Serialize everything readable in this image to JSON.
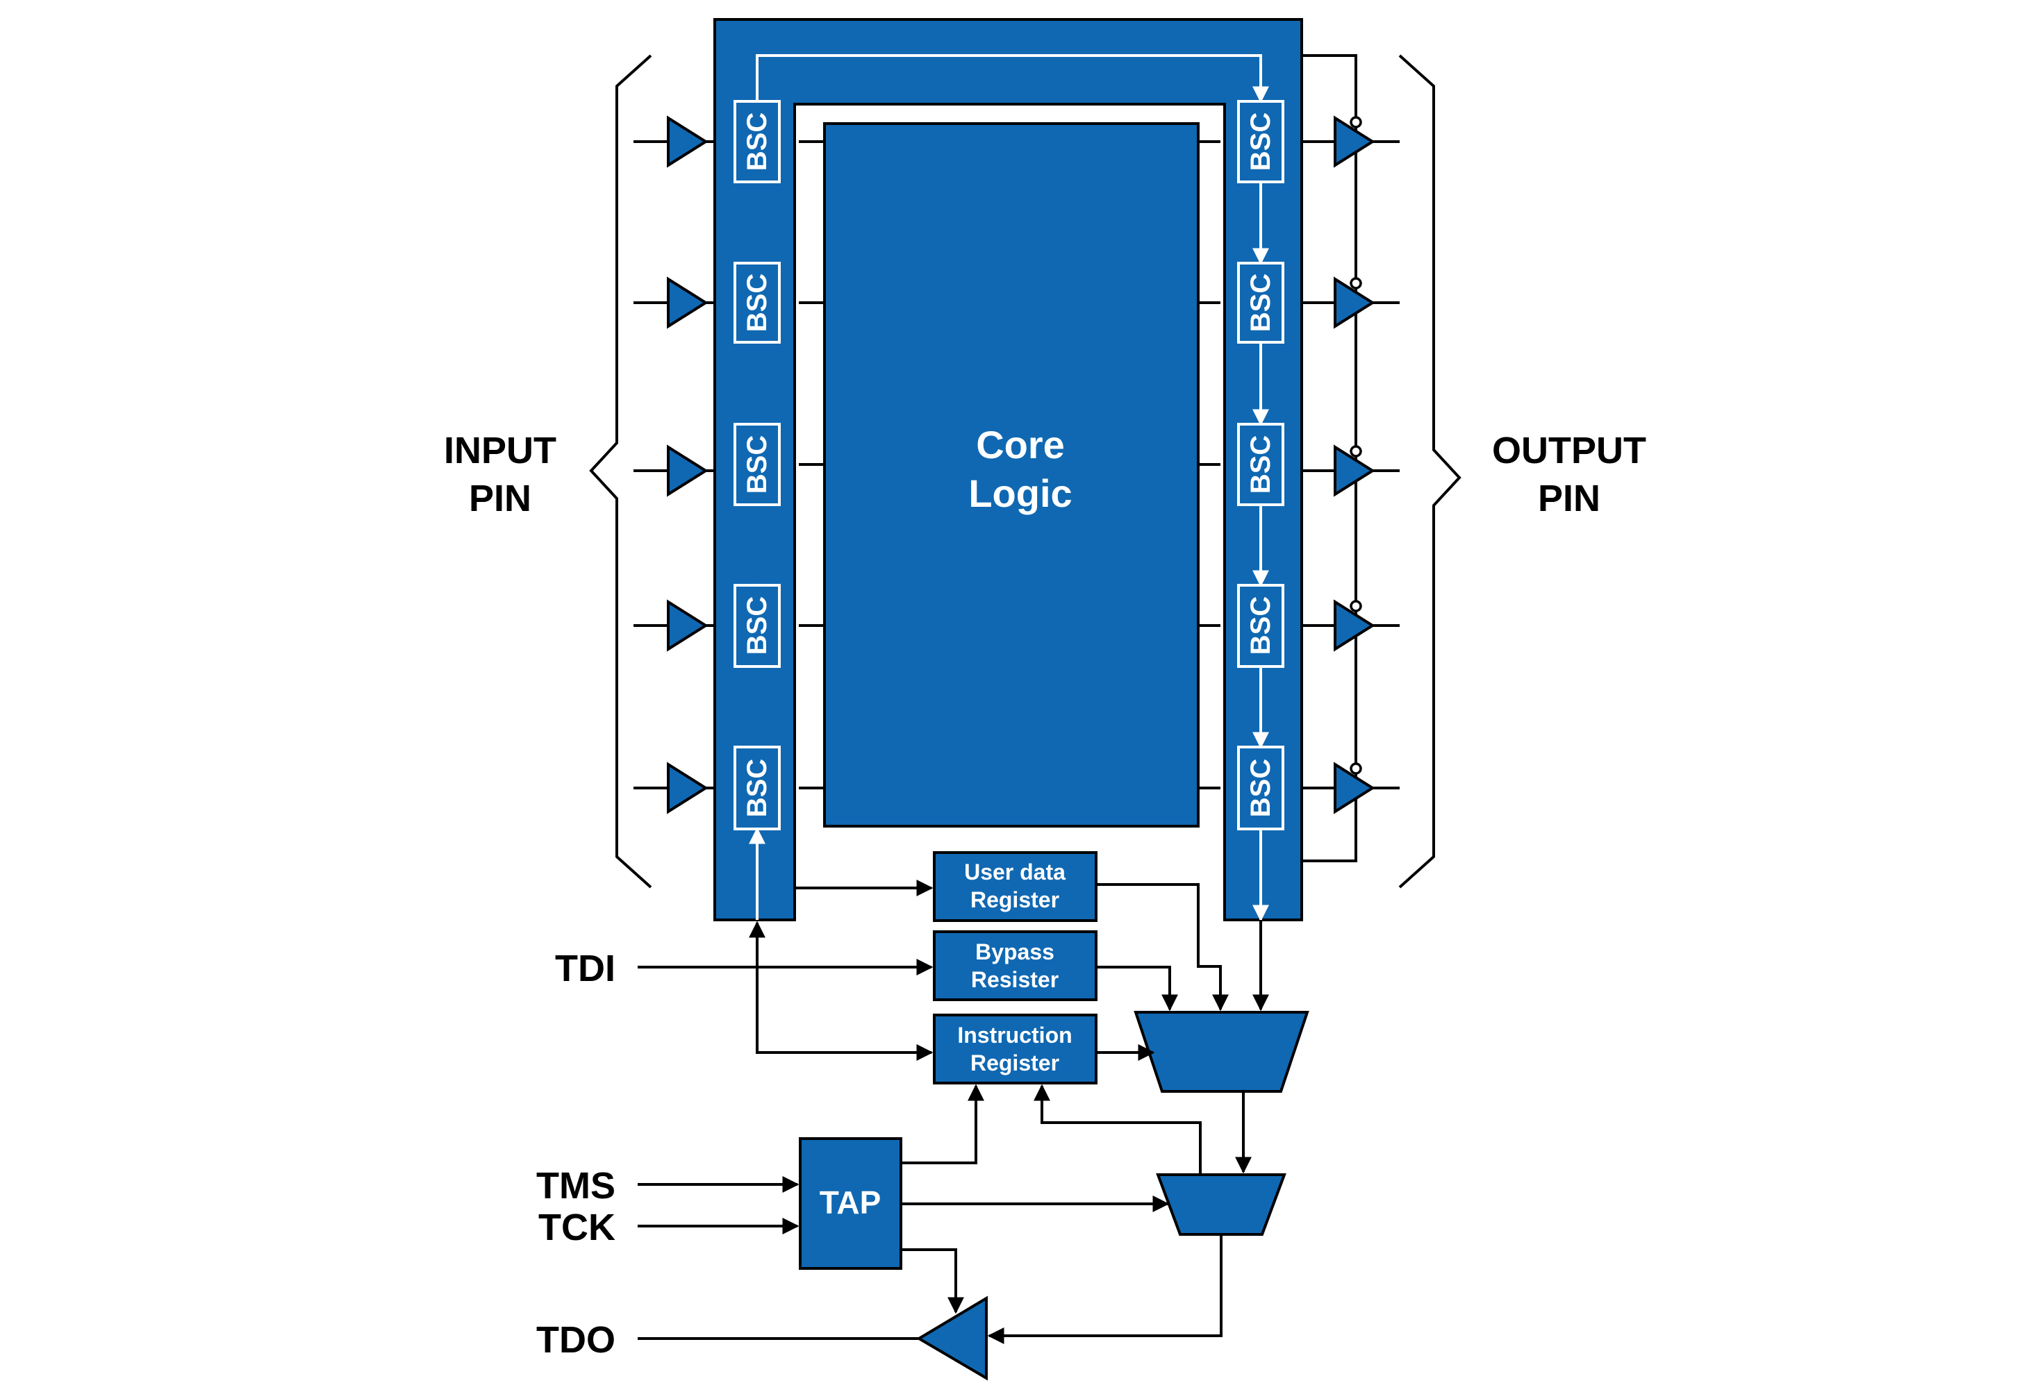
{
  "labels": {
    "input_pin": [
      "INPUT",
      "PIN"
    ],
    "output_pin": [
      "OUTPUT",
      "PIN"
    ],
    "core_logic": [
      "Core",
      "Logic"
    ],
    "bsc": "BSC",
    "user_data_register": [
      "User data",
      "Register"
    ],
    "bypass_register": [
      "Bypass",
      "Resister"
    ],
    "instruction_register": [
      "Instruction",
      "Register"
    ],
    "tap": "TAP",
    "tdi": "TDI",
    "tms": "TMS",
    "tck": "TCK",
    "tdo": "TDO"
  },
  "colors": {
    "blue": "#1068b2",
    "line": "#000000",
    "white": "#ffffff"
  }
}
